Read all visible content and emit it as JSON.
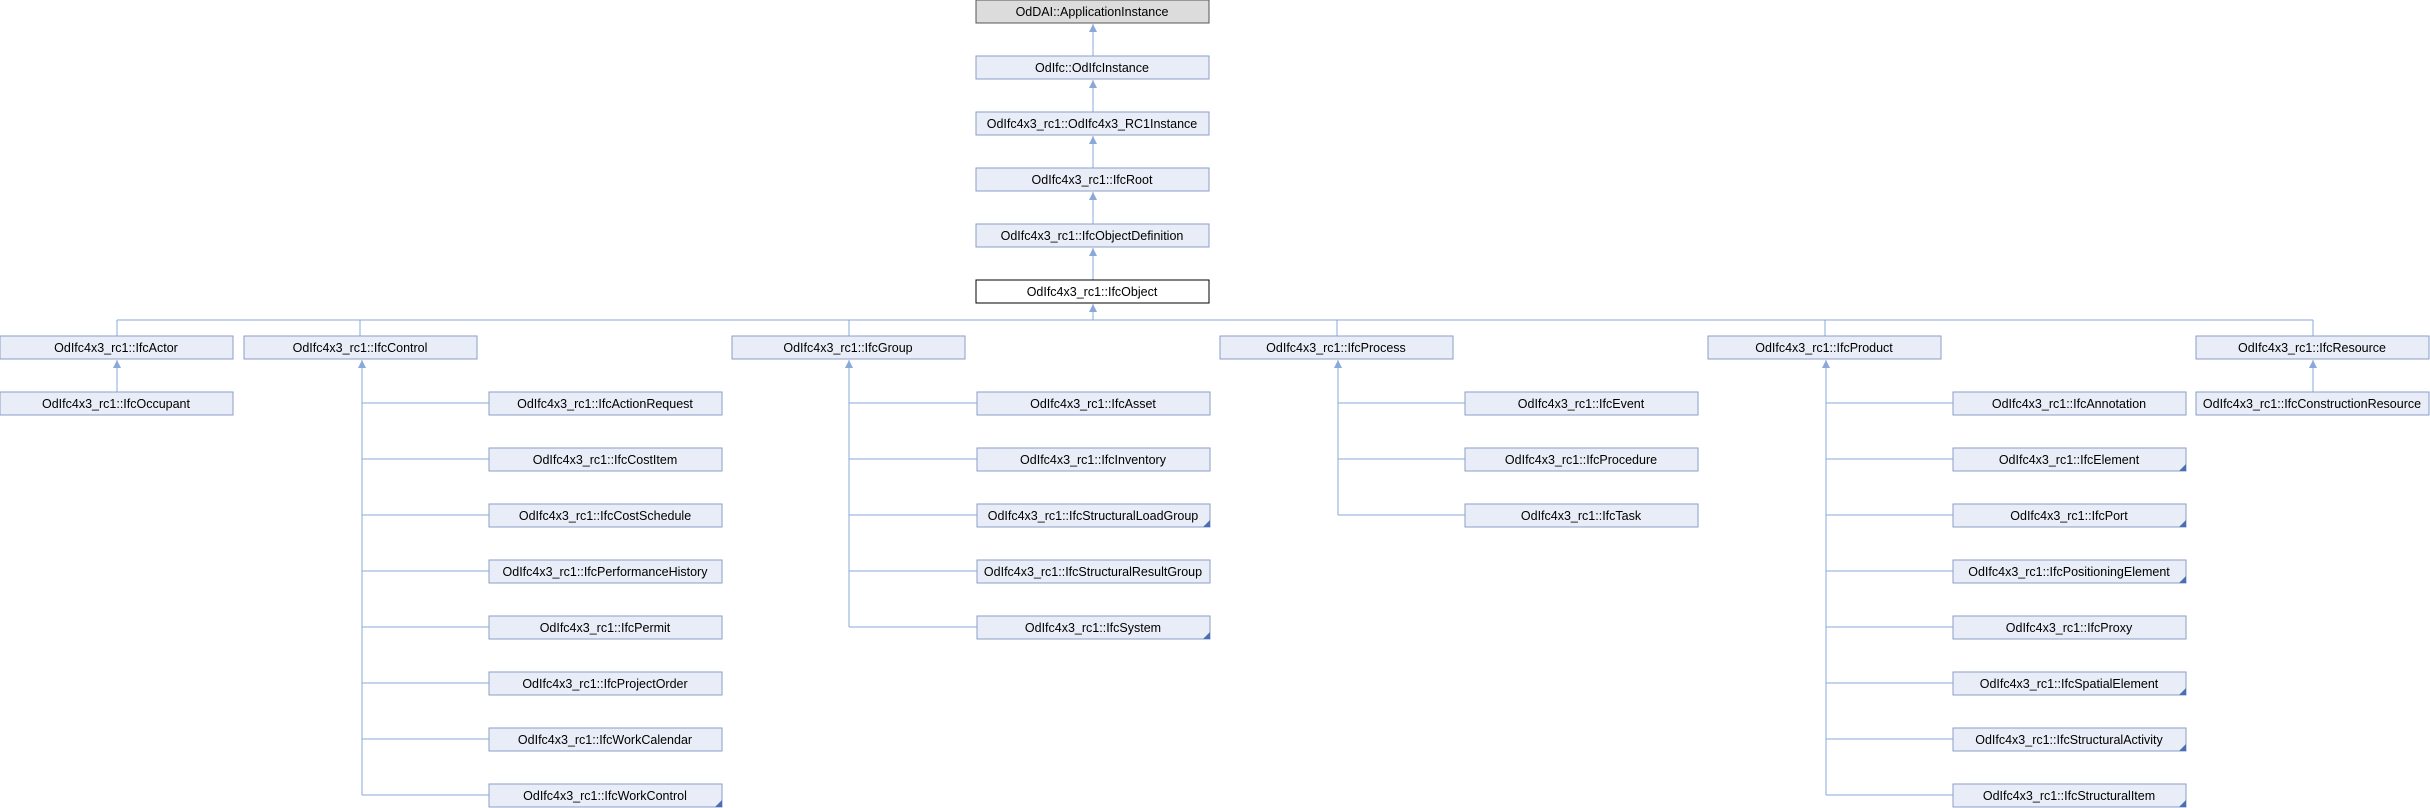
{
  "diagram": {
    "nodes": {
      "application_instance": "OdDAI::ApplicationInstance",
      "ifc_instance": "OdIfc::OdIfcInstance",
      "rc1_instance": "OdIfc4x3_rc1::OdIfc4x3_RC1Instance",
      "ifc_root": "OdIfc4x3_rc1::IfcRoot",
      "ifc_object_definition": "OdIfc4x3_rc1::IfcObjectDefinition",
      "ifc_object": "OdIfc4x3_rc1::IfcObject",
      "ifc_actor": "OdIfc4x3_rc1::IfcActor",
      "ifc_control": "OdIfc4x3_rc1::IfcControl",
      "ifc_group": "OdIfc4x3_rc1::IfcGroup",
      "ifc_process": "OdIfc4x3_rc1::IfcProcess",
      "ifc_product": "OdIfc4x3_rc1::IfcProduct",
      "ifc_resource": "OdIfc4x3_rc1::IfcResource",
      "ifc_occupant": "OdIfc4x3_rc1::IfcOccupant",
      "ifc_action_request": "OdIfc4x3_rc1::IfcActionRequest",
      "ifc_cost_item": "OdIfc4x3_rc1::IfcCostItem",
      "ifc_cost_schedule": "OdIfc4x3_rc1::IfcCostSchedule",
      "ifc_performance_history": "OdIfc4x3_rc1::IfcPerformanceHistory",
      "ifc_permit": "OdIfc4x3_rc1::IfcPermit",
      "ifc_project_order": "OdIfc4x3_rc1::IfcProjectOrder",
      "ifc_work_calendar": "OdIfc4x3_rc1::IfcWorkCalendar",
      "ifc_work_control": "OdIfc4x3_rc1::IfcWorkControl",
      "ifc_asset": "OdIfc4x3_rc1::IfcAsset",
      "ifc_inventory": "OdIfc4x3_rc1::IfcInventory",
      "ifc_structural_load_group": "OdIfc4x3_rc1::IfcStructuralLoadGroup",
      "ifc_structural_result_group": "OdIfc4x3_rc1::IfcStructuralResultGroup",
      "ifc_system": "OdIfc4x3_rc1::IfcSystem",
      "ifc_event": "OdIfc4x3_rc1::IfcEvent",
      "ifc_procedure": "OdIfc4x3_rc1::IfcProcedure",
      "ifc_task": "OdIfc4x3_rc1::IfcTask",
      "ifc_annotation": "OdIfc4x3_rc1::IfcAnnotation",
      "ifc_element": "OdIfc4x3_rc1::IfcElement",
      "ifc_port": "OdIfc4x3_rc1::IfcPort",
      "ifc_positioning_element": "OdIfc4x3_rc1::IfcPositioningElement",
      "ifc_proxy": "OdIfc4x3_rc1::IfcProxy",
      "ifc_spatial_element": "OdIfc4x3_rc1::IfcSpatialElement",
      "ifc_structural_activity": "OdIfc4x3_rc1::IfcStructuralActivity",
      "ifc_structural_item": "OdIfc4x3_rc1::IfcStructuralItem",
      "ifc_construction_resource": "OdIfc4x3_rc1::IfcConstructionResource"
    },
    "colors": {
      "node_fill": "#e8edf7",
      "node_border": "#8c9ec8",
      "root_fill": "#dcdcdc",
      "edge": "#8aa8d8"
    }
  }
}
